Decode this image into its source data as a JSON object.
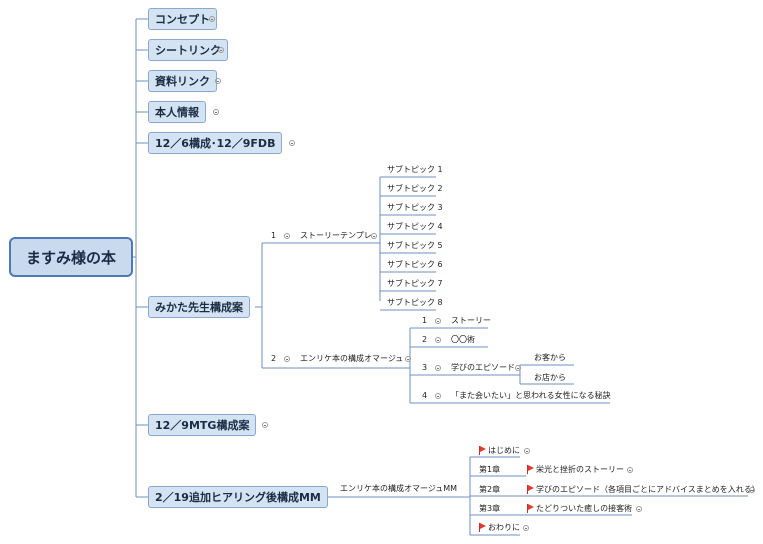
{
  "root": {
    "label": "ますみ様の本"
  },
  "branches": {
    "concept": "コンセプト",
    "sheet_link": "シートリンク",
    "material_link": "資料リンク",
    "personal_info": "本人情報",
    "dec6": "12／6構成･12／9FDB",
    "mikata": "みかた先生構成案",
    "mtg": "12／9MTG構成案",
    "feb19": "2／19追加ヒアリング後構成MM"
  },
  "mikata_children": [
    {
      "num": "1",
      "label": "ストーリーテンプレ",
      "children": [
        "サブトピック 1",
        "サブトピック 2",
        "サブトピック 3",
        "サブトピック 4",
        "サブトピック 5",
        "サブトピック 6",
        "サブトピック 7",
        "サブトピック 8"
      ]
    },
    {
      "num": "2",
      "label": "エンリケ本の構成オマージュ",
      "children": [
        {
          "num": "1",
          "label": "ストーリー"
        },
        {
          "num": "2",
          "label": "〇〇術"
        },
        {
          "num": "3",
          "label": "学びのエピソード",
          "children": [
            "お客から",
            "お店から"
          ]
        },
        {
          "num": "4",
          "label": "「また会いたい」と思われる女性になる秘訣"
        }
      ]
    }
  ],
  "feb19_child": {
    "label": "エンリケ本の構成オマージュMM",
    "chapters": [
      {
        "prefix": "",
        "label": "はじめに"
      },
      {
        "prefix": "第1章",
        "label": "栄光と挫折のストーリー"
      },
      {
        "prefix": "第2章",
        "label": "学びのエピソード（各項目ごとにアドバイスまとめを入れる）"
      },
      {
        "prefix": "第3章",
        "label": "たどりついた癒しの接客術"
      },
      {
        "prefix": "",
        "label": "おわりに"
      }
    ]
  },
  "colors": {
    "root_fill": "#c9d9ee",
    "root_border": "#4d79b4",
    "branch_fill": "#d4e3f2",
    "branch_border": "#8aa9cf",
    "line": "#6f8fbf",
    "flag": "#e23b2e"
  }
}
